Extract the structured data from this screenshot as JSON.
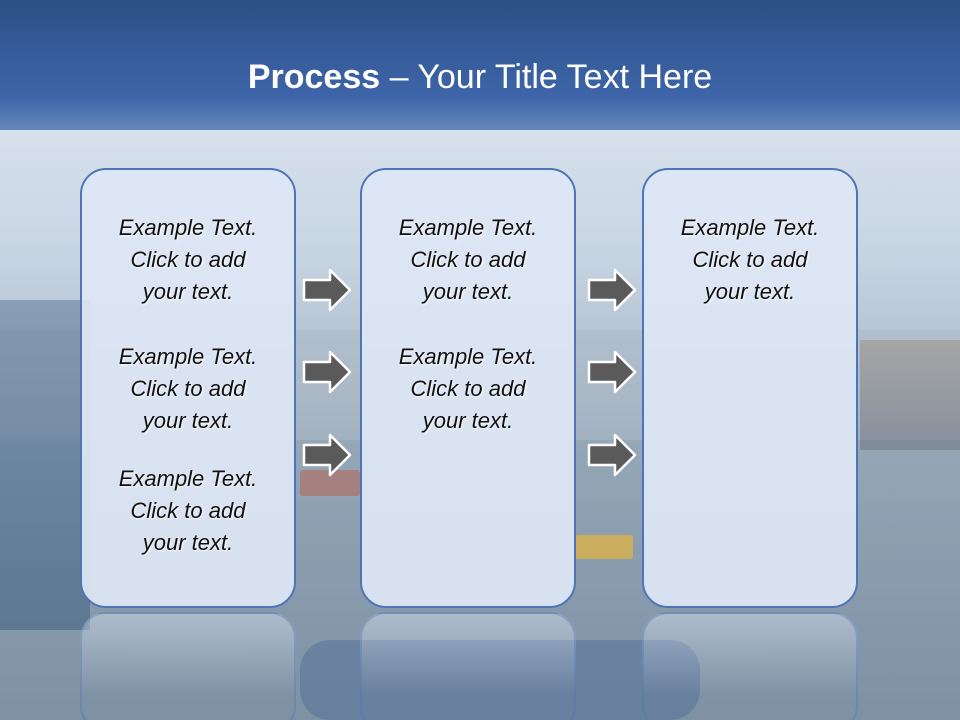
{
  "slide": {
    "title_bold": "Process",
    "title_rest": " – Your Title Text Here",
    "colors": {
      "header": "#3a62a5",
      "panel_border": "#4f74b7",
      "panel_fill": "#dee6f4",
      "arrow_fill": "#5a5a5a"
    }
  },
  "panels": [
    {
      "blocks": [
        {
          "line1": "Example Text.",
          "line2": "Click  to add",
          "line3": "your text."
        },
        {
          "line1": "Example Text.",
          "line2": "Click  to add",
          "line3": "your text."
        },
        {
          "line1": "Example Text.",
          "line2": "Click  to add",
          "line3": "your text."
        }
      ]
    },
    {
      "blocks": [
        {
          "line1": "Example Text.",
          "line2": "Click  to add",
          "line3": "your text."
        },
        {
          "line1": "Example Text.",
          "line2": "Click  to add",
          "line3": "your text."
        }
      ]
    },
    {
      "blocks": [
        {
          "line1": "Example Text.",
          "line2": "Click  to add",
          "line3": "your text."
        }
      ]
    }
  ],
  "arrows": {
    "icon": "right-arrow-icon",
    "count_per_gap": 3
  }
}
